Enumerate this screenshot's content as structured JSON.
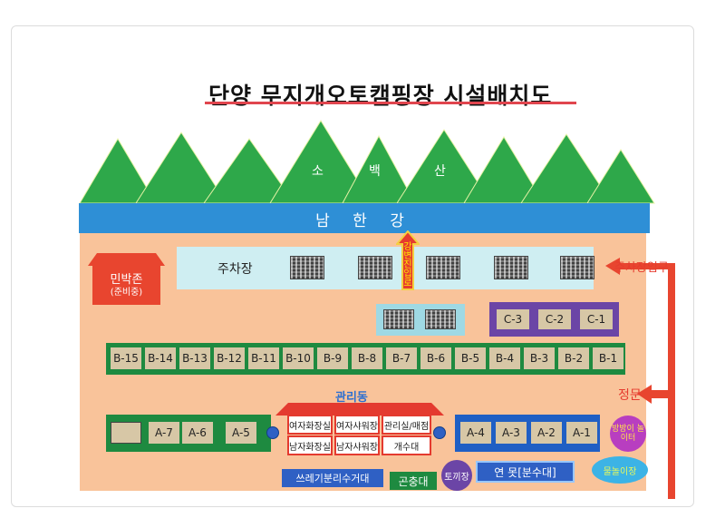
{
  "title": "단양 무지개오토캠핑장 시설배치도",
  "mountain": {
    "labels": [
      "소",
      "백",
      "산"
    ]
  },
  "river": {
    "label": "남 한 강"
  },
  "river_entrance": {
    "label": "강변진입로"
  },
  "parking": {
    "label": "주차장"
  },
  "minbak": {
    "label": "민박존",
    "sub": "(준비중)"
  },
  "parking_entrance": {
    "label": "주차장입구"
  },
  "gate": {
    "label": "정문"
  },
  "c_sites": [
    "C-3",
    "C-2",
    "C-1"
  ],
  "b_sites": [
    "B-15",
    "B-14",
    "B-13",
    "B-12",
    "B-11",
    "B-10",
    "B-9",
    "B-8",
    "B-7",
    "B-6",
    "B-5",
    "B-4",
    "B-3",
    "B-2",
    "B-1"
  ],
  "a_left_sites": [
    "A-7",
    "A-6",
    "A-5"
  ],
  "a_right_sites": [
    "A-4",
    "A-3",
    "A-2",
    "A-1"
  ],
  "management": {
    "title": "관리동",
    "cells": [
      "여자화장실",
      "여자샤워장",
      "관리실/매점",
      "남자화장실",
      "남자샤워장",
      "개수대"
    ]
  },
  "facilities": {
    "trash": "쓰레기분리수거대",
    "insect": "곤충대",
    "rabbit": "토끼장",
    "pond": "연 못[분수대]",
    "playground": "방방이 놀이터",
    "water_play": "물놀이장"
  },
  "colors": {
    "river": "#2e8fd6",
    "ground": "#f9c39a",
    "mountain": "#2ea84a",
    "site_green": "#1e8a40",
    "site_purple": "#6b45a6",
    "site_blue": "#1f5fc4",
    "accent_red": "#e63b2e"
  }
}
